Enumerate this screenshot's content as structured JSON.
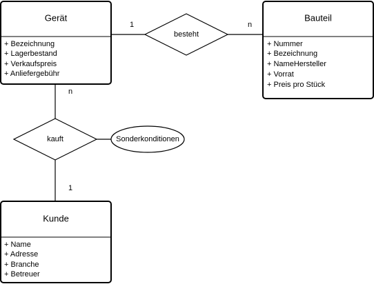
{
  "entities": {
    "geraet": {
      "title": "Gerät",
      "attributes": [
        "+ Bezeichnung",
        "+ Lagerbestand",
        "+ Verkaufspreis",
        "+ Anliefergebühr"
      ]
    },
    "bauteil": {
      "title": "Bauteil",
      "attributes": [
        "+ Nummer",
        "+ Bezeichnung",
        "+ NameHersteller",
        "+ Vorrat",
        "+ Preis pro Stück"
      ]
    },
    "kunde": {
      "title": "Kunde",
      "attributes": [
        "+ Name",
        "+ Adresse",
        "+ Branche",
        "+ Betreuer"
      ]
    }
  },
  "relationships": {
    "besteht": {
      "label": "besteht",
      "cardinality_geraet": "1",
      "cardinality_bauteil": "n"
    },
    "kauft": {
      "label": "kauft",
      "cardinality_geraet": "n",
      "cardinality_kunde": "1",
      "attribute": "Sonderkonditionen"
    }
  }
}
